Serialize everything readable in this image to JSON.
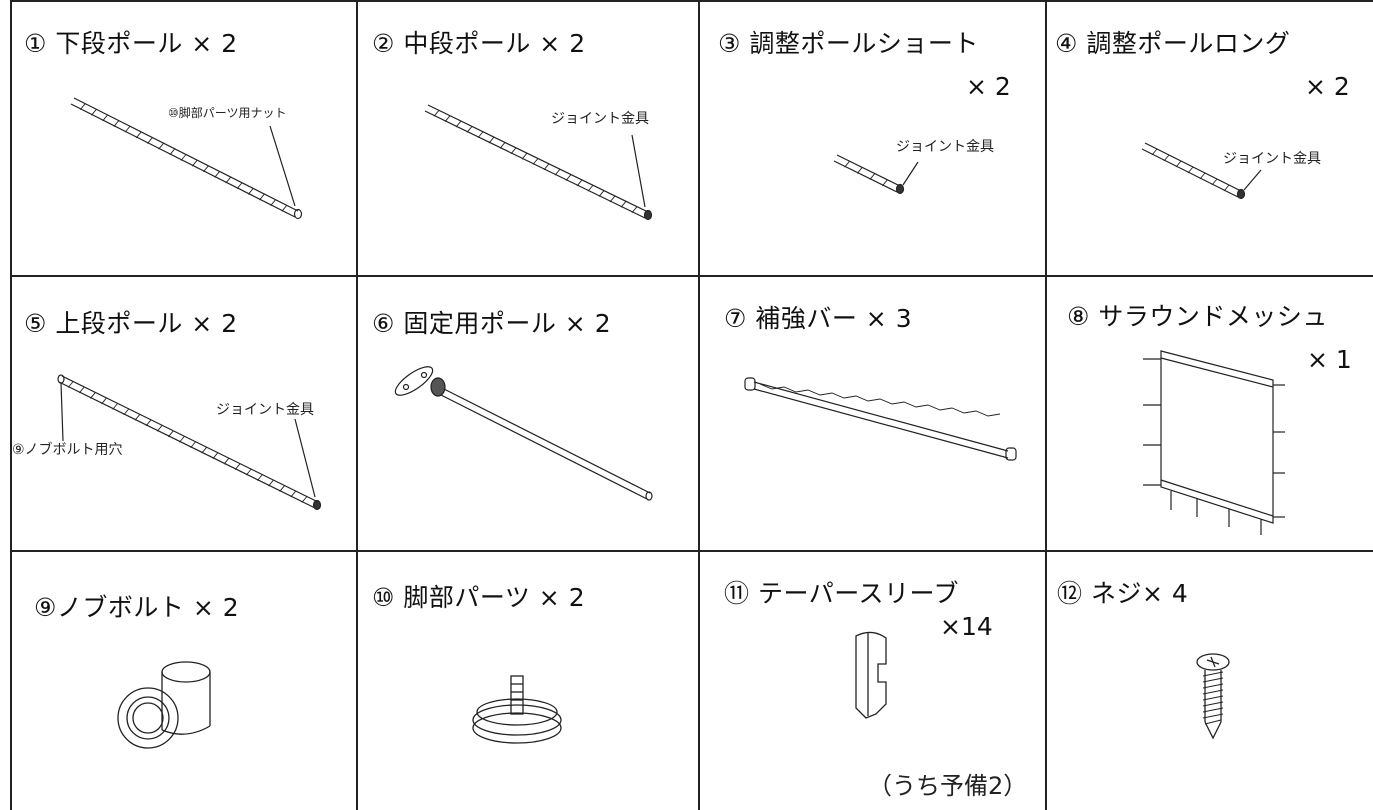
{
  "parts": [
    {
      "title": "① 下段ポール × 2",
      "note": "⑩脚部パーツ用ナット"
    },
    {
      "title": "② 中段ポール × 2",
      "note": "ジョイント金具"
    },
    {
      "title": "③ 調整ポールショート",
      "qty": "× 2",
      "note": "ジョイント金具"
    },
    {
      "title": "④ 調整ポールロング",
      "qty": "× 2",
      "note": "ジョイント金具"
    },
    {
      "title": "⑤ 上段ポール × 2",
      "note": "ジョイント金具",
      "note2": "⑨ノブボルト用穴"
    },
    {
      "title": "⑥ 固定用ポール × 2"
    },
    {
      "title": "⑦ 補強バー × 3"
    },
    {
      "title": "⑧ サラウンドメッシュ",
      "qty": "× 1"
    },
    {
      "title": "⑨ノブボルト × 2"
    },
    {
      "title": "⑩ 脚部パーツ × 2"
    },
    {
      "title": "⑪ テーパースリーブ",
      "qty": "×14",
      "note": "（うち予備2）"
    },
    {
      "title": "⑫ ネジ× 4"
    }
  ]
}
